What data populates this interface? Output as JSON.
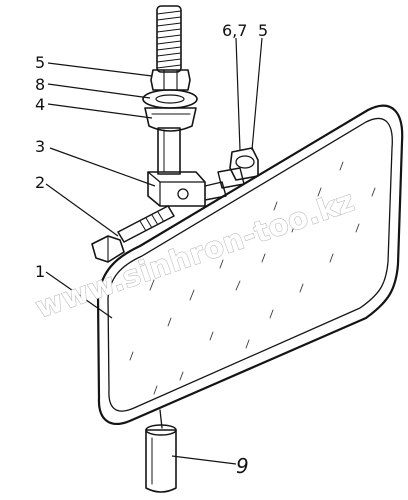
{
  "diagram": {
    "labels": {
      "l1": "1",
      "l2": "2",
      "l3": "3",
      "l4": "4",
      "l8": "8",
      "l5a": "5",
      "l67": "6,7",
      "l5b": "5",
      "l9": "9"
    },
    "watermark": "www.sinhron-too.kz"
  }
}
